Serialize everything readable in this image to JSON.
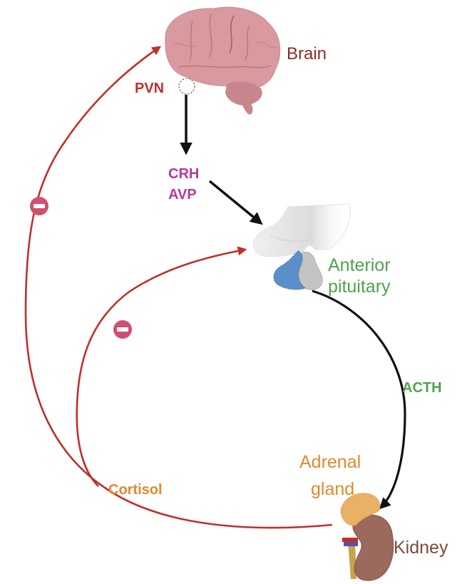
{
  "title": "HPA axis negative feedback",
  "labels": {
    "brain": "Brain",
    "pvn": "PVN",
    "crh": "CRH",
    "avp": "AVP",
    "anterior": "Anterior",
    "pituitary": "pituitary",
    "acth": "ACTH",
    "adrenal": "Adrenal",
    "gland": "gland",
    "cortisol": "Cortisol",
    "kidney": "Kidney"
  },
  "pathways": [
    {
      "from": "PVN",
      "to": "CRH/AVP",
      "type": "stimulation",
      "color": "#111111"
    },
    {
      "from": "CRH/AVP",
      "to": "Anterior pituitary",
      "type": "stimulation",
      "color": "#111111"
    },
    {
      "from": "Anterior pituitary",
      "to": "Adrenal gland",
      "type": "stimulation",
      "via": "ACTH",
      "color": "#111111"
    },
    {
      "from": "Adrenal gland",
      "to": "Brain",
      "type": "inhibition",
      "via": "Cortisol",
      "color": "#c0302a"
    },
    {
      "from": "Adrenal gland",
      "to": "Anterior pituitary",
      "type": "inhibition",
      "via": "Cortisol",
      "color": "#c0302a"
    }
  ],
  "inhibition_symbol": "minus-circle",
  "colors": {
    "stimulation": "#111111",
    "inhibition": "#c0302a",
    "inhibit_badge": "#d0506f",
    "brain": "#d99a9f",
    "pituitary_gray": "#c8c8c8",
    "pituitary_blue": "#5b8fc9",
    "adrenal": "#eab066",
    "kidney": "#9b6a5c"
  }
}
